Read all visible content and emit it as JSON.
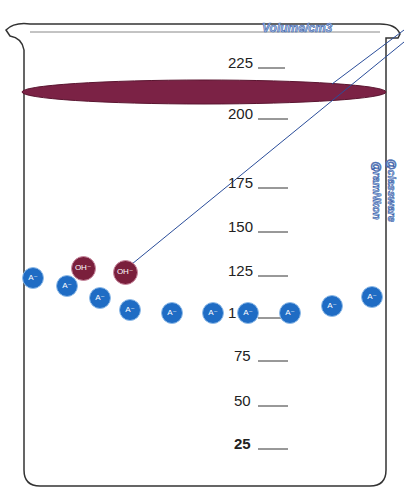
{
  "diagram": {
    "nodes": [
      {
        "text": [
          "OH⁻"
        ]
      },
      {
        "text": [
          "OH⁻"
        ]
      },
      {
        "text": [
          "A⁻"
        ]
      },
      {
        "text": [
          "A⁻"
        ]
      },
      {
        "text": [
          "A⁻"
        ]
      },
      {
        "text": [
          "A⁻"
        ]
      },
      {
        "text": [
          "A⁻"
        ]
      },
      {
        "text": [
          "A⁻"
        ]
      },
      {
        "text": [
          "A⁻"
        ]
      },
      {
        "text": [
          "A⁻"
        ]
      },
      {
        "text": [
          "A⁻"
        ]
      },
      {
        "text": [
          "A⁻"
        ]
      }
    ],
    "labels": [
      "Volume/cm3",
      "225",
      "200",
      "175",
      "150",
      "125",
      "1",
      "75",
      "50",
      "25",
      "@ramNkon",
      "@classware"
    ]
  }
}
